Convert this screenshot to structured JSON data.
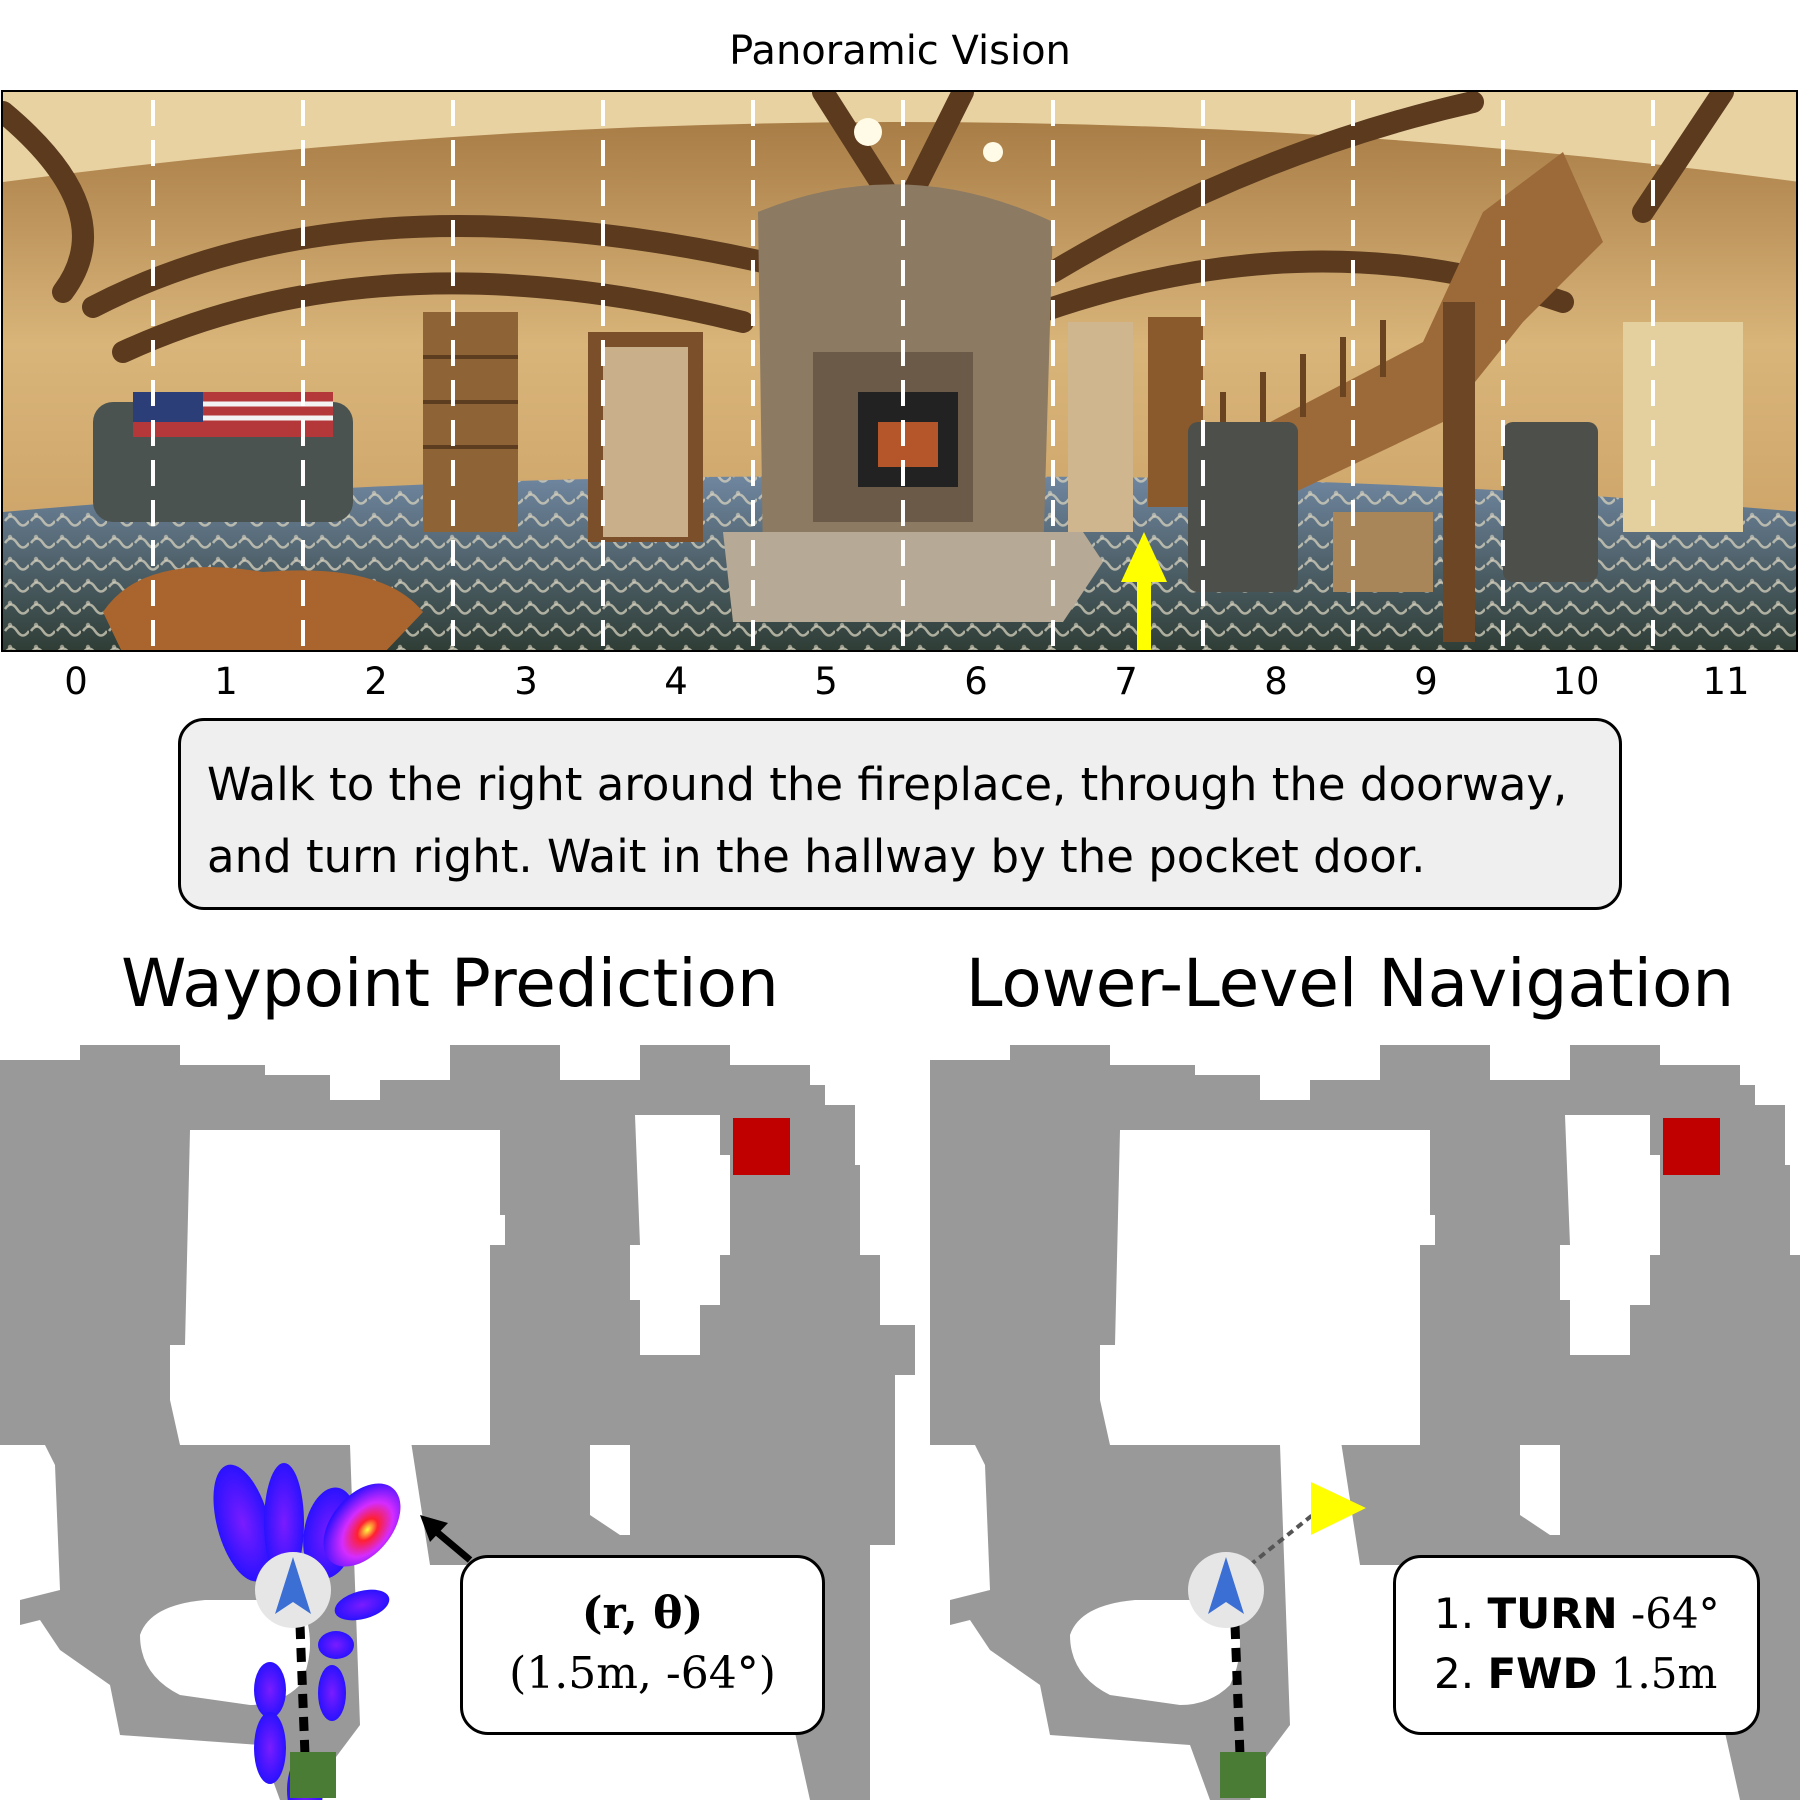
{
  "panorama": {
    "title": "Panoramic Vision",
    "view_indices": [
      "0",
      "1",
      "2",
      "3",
      "4",
      "5",
      "6",
      "7",
      "8",
      "9",
      "10",
      "11"
    ]
  },
  "instruction": {
    "line1": "Walk to the right around the fireplace, through the doorway,",
    "line2": "and turn right. Wait in the hallway by the pocket door."
  },
  "waypoint_panel": {
    "title": "Waypoint Prediction",
    "box_line1": "(r, θ)",
    "box_line2": "(1.5m, -64°)"
  },
  "lowlevel_panel": {
    "title": "Lower-Level Navigation",
    "step1_num": "1.",
    "step1_action": "TURN",
    "step1_value": "-64°",
    "step2_num": "2.",
    "step2_action": "FWD",
    "step2_value": "1.5m"
  },
  "colors": {
    "map_free": "#999999",
    "goal": "#c00000",
    "start": "#4a7c36",
    "waypoint_marker": "#ffff00",
    "agent_arrow": "#3b6fd4",
    "heading_arrow": "#ffff00"
  },
  "icons": [
    "agent-arrow-icon",
    "goal-square-icon",
    "start-square-icon",
    "waypoint-triangle-icon",
    "heading-arrow-icon"
  ]
}
